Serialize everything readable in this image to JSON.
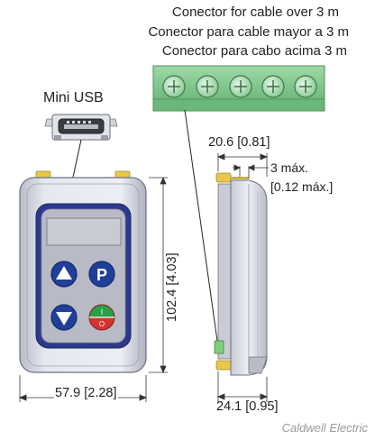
{
  "connector_captions": [
    "Conector for cable over 3 m",
    "Conector para cable mayor a 3 m",
    "Conector para cabo acima 3 m"
  ],
  "usb_label": "Mini USB",
  "dimensions": {
    "depth": "20.6 [0.81]",
    "protrusion_mm": "3 máx.",
    "protrusion_in": "[0.12 máx.]",
    "height": "102.4 [4.03]",
    "width": "57.9 [2.28]",
    "base_depth": "24.1 [0.95]"
  },
  "keypad": {
    "up_key": "▲",
    "p_key": "P",
    "down_key": "▼",
    "start_symbol": "I",
    "stop_symbol": "O"
  },
  "brand": "Caldwell Electric",
  "colors": {
    "connector_green": "#7cc68a",
    "keypad_blue": "#2d3a8c",
    "key_blue": "#1f3f9a",
    "start_green": "#27a046",
    "stop_red": "#d6322e"
  }
}
